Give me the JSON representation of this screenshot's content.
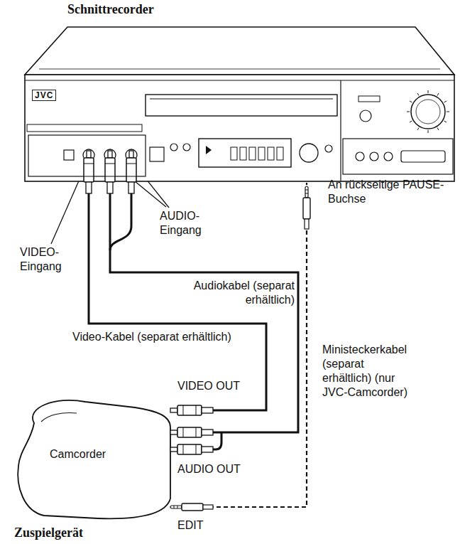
{
  "diagram": {
    "nodes": [
      {
        "text": [
          "Schnittrecorder"
        ]
      },
      {
        "text": [
          "Camcorder",
          "Zuspielgerät"
        ]
      }
    ],
    "edges": [
      {
        "from": 1,
        "to": 0,
        "arrow": "none",
        "label": "Video-Kabel (separat erhältlich)"
      },
      {
        "from": 1,
        "to": 0,
        "arrow": "none",
        "label": "Audiokabel (separat erhältlich)"
      },
      {
        "from": 1,
        "to": 0,
        "arrow": "none",
        "label": "Ministeckerkabel (separat erhältlich) (nur JVC-Camcorder)"
      }
    ],
    "labels": [
      "JVC",
      "VIDEO-Eingang",
      "AUDIO-Eingang",
      "An rückseitige PAUSE-Buchse",
      "VIDEO OUT",
      "AUDIO OUT",
      "EDIT"
    ]
  }
}
